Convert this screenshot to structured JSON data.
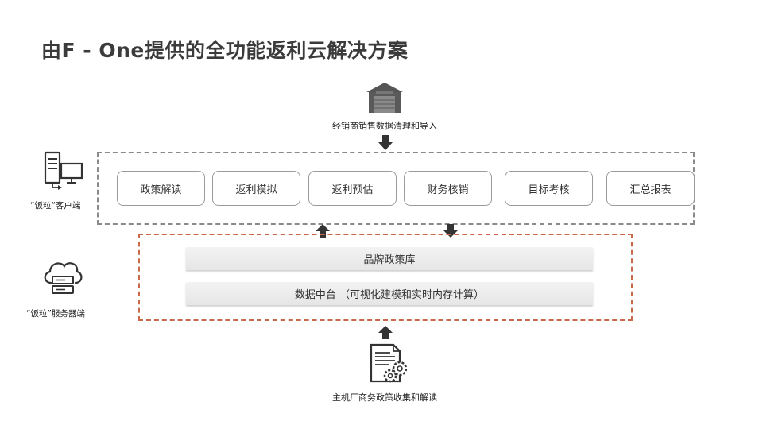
{
  "title": "由F - One提供的全功能返利云解决方案",
  "top_source": {
    "label": "经销商销售数据清理和导入",
    "icon": "warehouse-icon"
  },
  "bottom_source": {
    "label": "主机厂商务政策收集和解读",
    "icon": "document-gears-icon"
  },
  "client": {
    "label": "“饭粒“客户端",
    "icon": "computer-server-icon",
    "modules": [
      "政策解读",
      "返利模拟",
      "返利预估",
      "财务核销",
      "目标考核",
      "汇总报表"
    ]
  },
  "server": {
    "label": "“饭粒”服务器端",
    "icon": "cloud-server-icon",
    "layers": [
      "品牌政策库",
      "数据中台 （可视化建模和实时内存计算）"
    ]
  },
  "colors": {
    "client_border": "#8a8a8a",
    "server_border": "#c86a4a",
    "arrow": "#333333"
  }
}
